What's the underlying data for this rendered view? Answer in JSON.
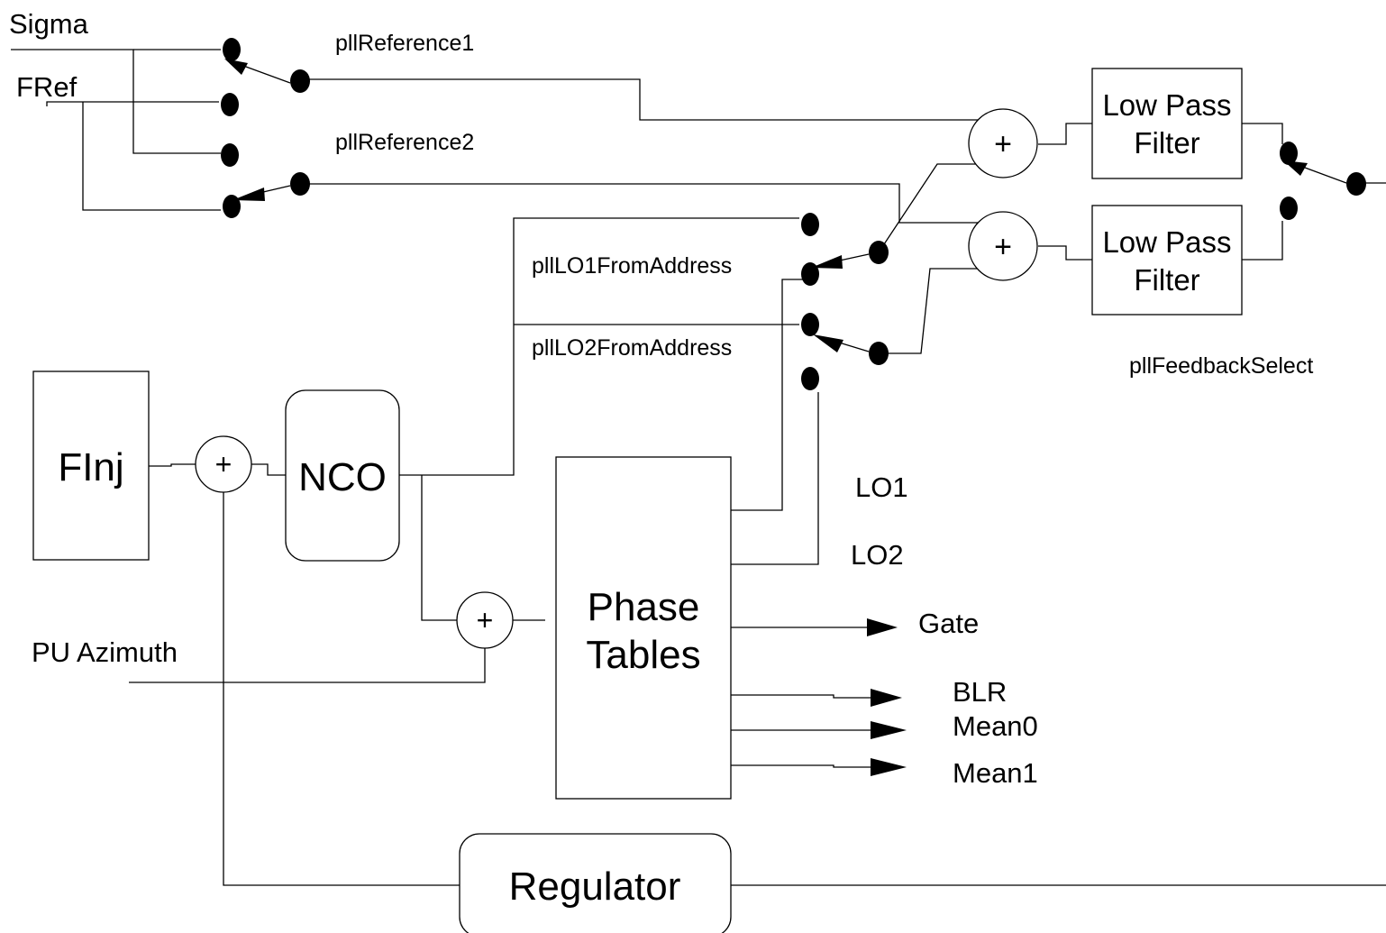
{
  "inputs": {
    "sigma": "Sigma",
    "fref": "FRef",
    "pu_azimuth": "PU Azimuth"
  },
  "switches": {
    "pll_reference1": "pllReference1",
    "pll_reference2": "pllReference2",
    "pll_lo1_from_address": "pllLO1FromAddress",
    "pll_lo2_from_address": "pllLO2FromAddress",
    "pll_feedback_select": "pllFeedbackSelect"
  },
  "blocks": {
    "finj": "FInj",
    "nco": "NCO",
    "phase_tables_line1": "Phase",
    "phase_tables_line2": "Tables",
    "regulator": "Regulator",
    "low_pass_filter_line1": "Low Pass",
    "low_pass_filter_line2": "Filter"
  },
  "summing_symbol": "+",
  "outputs": {
    "lo1": "LO1",
    "lo2": "LO2",
    "gate": "Gate",
    "blr": "BLR",
    "mean0": "Mean0",
    "mean1": "Mean1"
  }
}
